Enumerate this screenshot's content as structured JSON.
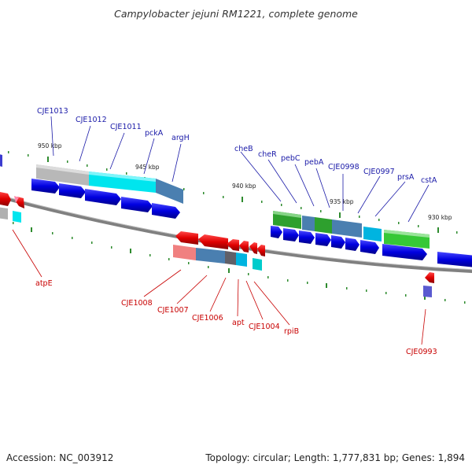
{
  "title": "Campylobacter jejuni RM1221, complete genome",
  "footer": {
    "accession": "Accession: NC_003912",
    "summary": "Topology: circular; Length: 1,777,831 bp; Genes: 1,894"
  },
  "colors": {
    "backbone": "#808080",
    "forward_gene": "#0000e6",
    "reverse_gene": "#e60000",
    "tick": "#2e8b2e",
    "label_forward": "#1a1aa8",
    "label_reverse": "#c80000"
  },
  "scale_labels": [
    "950 kbp",
    "945 kbp",
    "940 kbp",
    "935 kbp",
    "930 kbp"
  ],
  "forward_labels": [
    "CJE1013",
    "CJE1012",
    "CJE1011",
    "pckA",
    "argH",
    "cheB",
    "cheR",
    "pebC",
    "pebA",
    "CJE0998",
    "CJE0997",
    "prsA",
    "cstA"
  ],
  "reverse_labels": [
    "atpE",
    "CJE1008",
    "CJE1007",
    "CJE1006",
    "apt",
    "CJE1004",
    "rpiB",
    "CJE0993"
  ]
}
